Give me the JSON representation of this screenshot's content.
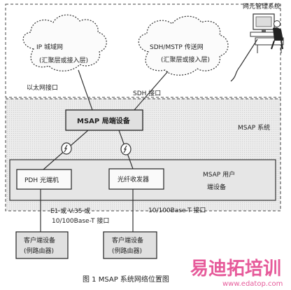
{
  "labels": {
    "nms_label": "网元管理系统",
    "ip_cloud_line1": "IP 城域网",
    "ip_cloud_line2": "(汇聚层或接入层)",
    "sdh_cloud_line1": "SDH/MSTP 传送网",
    "sdh_cloud_line2": "(汇聚层或接入层)",
    "eth_port": "以太网接口",
    "sdh_port": "SDH 接口",
    "msap_local": "MSAP 局端设备",
    "msap_system": "MSAP 系统",
    "pdh_box": "PDH 光端机",
    "fiber_box": "光纤收发器",
    "msap_user_line1": "MSAP 用户",
    "msap_user_line2": "端设备",
    "left_iface_line1": "E1  或  V.35  或",
    "left_iface_line2": "10/100Base-T 接口",
    "right_iface": "10/100Base-T 接口",
    "client1_line1": "客户端设备",
    "client1_line2": "(例路由器)",
    "client2_line1": "客户端设备",
    "client2_line2": "(例路由器)",
    "caption": "图 1   MSAP 系统网络位置图"
  },
  "watermark": {
    "text": "易迪拓培训",
    "url": "www.edatop.com"
  },
  "colors": {
    "line": "#444444",
    "box_fill": "#e2e2e2",
    "watermark": "#e65a9a"
  }
}
